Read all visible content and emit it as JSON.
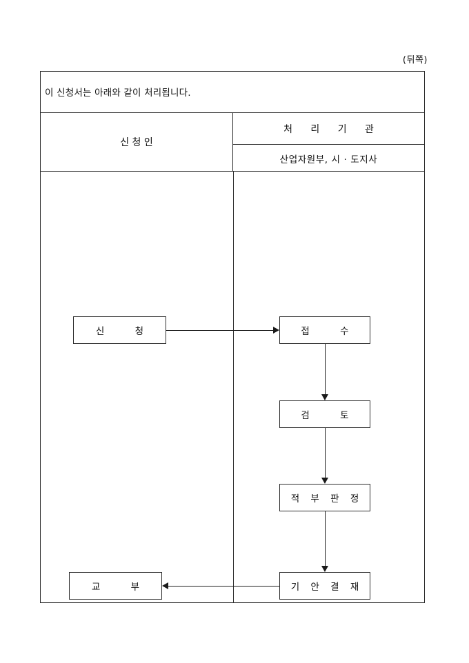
{
  "page": {
    "corner_label": "(뒤쪽)",
    "intro_text": "이 신청서는 아래와 같이 처리됩니다."
  },
  "table": {
    "columns": [
      {
        "title": "신       청       인"
      },
      {
        "title": "처   리   기   관",
        "subtitle": "산업자원부, 시 · 도지사"
      }
    ]
  },
  "flowchart": {
    "type": "diagram",
    "orientation": "two-column-swimlane",
    "nodes": [
      {
        "id": "apply",
        "label": "신        청",
        "lane": "applicant"
      },
      {
        "id": "receipt",
        "label": "접        수",
        "lane": "agency"
      },
      {
        "id": "review",
        "label": "검        토",
        "lane": "agency"
      },
      {
        "id": "judge",
        "label": "적 부 판 정",
        "lane": "agency"
      },
      {
        "id": "approval",
        "label": "기 안 결 재",
        "lane": "agency"
      },
      {
        "id": "issue",
        "label": "교        부",
        "lane": "applicant"
      }
    ],
    "edges": [
      {
        "from": "apply",
        "to": "receipt",
        "direction": "right"
      },
      {
        "from": "receipt",
        "to": "review",
        "direction": "down"
      },
      {
        "from": "review",
        "to": "judge",
        "direction": "down"
      },
      {
        "from": "judge",
        "to": "approval",
        "direction": "down"
      },
      {
        "from": "approval",
        "to": "issue",
        "direction": "left"
      }
    ]
  },
  "colors": {
    "border": "#2b2b2b",
    "text": "#111111",
    "background": "#ffffff"
  }
}
